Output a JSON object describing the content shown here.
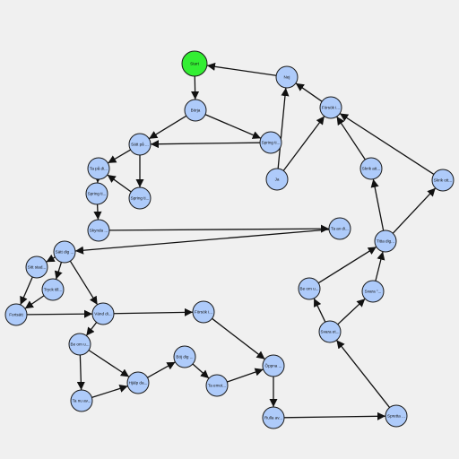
{
  "colors": {
    "background": "#f0f0f0",
    "node": "#aecbfa",
    "start_node": "#33ee33",
    "stroke": "#1a1a1a",
    "edge": "#111111"
  },
  "nodes": [
    {
      "id": "start",
      "label": "Start",
      "start": true
    },
    {
      "id": "borja",
      "label": "Börja"
    },
    {
      "id": "nej",
      "label": "Nej"
    },
    {
      "id": "forsok1",
      "label": "Försök i..."
    },
    {
      "id": "satt_pa",
      "label": "Sätt på ..."
    },
    {
      "id": "spring_ti",
      "label": "Spring ti..."
    },
    {
      "id": "ta_pa_di",
      "label": "Ta på di..."
    },
    {
      "id": "skrik_att",
      "label": "Skrik att..."
    },
    {
      "id": "ja",
      "label": "Ja"
    },
    {
      "id": "skrik_ott",
      "label": "Skrik ott..."
    },
    {
      "id": "spring_b",
      "label": "Spring ti..."
    },
    {
      "id": "spring_ti2",
      "label": "Spring ti..."
    },
    {
      "id": "skynda",
      "label": "Skynda ..."
    },
    {
      "id": "ta_av_di",
      "label": "Ta av di..."
    },
    {
      "id": "titta_dig",
      "label": "Titta dig..."
    },
    {
      "id": "satt_dig",
      "label": "Sätt dig ..."
    },
    {
      "id": "sitt_stad",
      "label": "Sitt stad..."
    },
    {
      "id": "tryck_till",
      "label": "Tryck till..."
    },
    {
      "id": "be_om_u1",
      "label": "Be om u..."
    },
    {
      "id": "svara",
      "label": "Svara \"..."
    },
    {
      "id": "fortsatt",
      "label": "Fortsätt"
    },
    {
      "id": "vand_di",
      "label": "Vänd di..."
    },
    {
      "id": "forsok2",
      "label": "Försök i..."
    },
    {
      "id": "svara_et",
      "label": "Svara et..."
    },
    {
      "id": "be_om_u2",
      "label": "Be om u..."
    },
    {
      "id": "boj_dig",
      "label": "Böj dig ..."
    },
    {
      "id": "hjalp_da",
      "label": "Hjälp da..."
    },
    {
      "id": "oppna",
      "label": "Öppna ..."
    },
    {
      "id": "ta_emot",
      "label": "Ta emot..."
    },
    {
      "id": "ta_nu_av",
      "label": "Ta nu av..."
    },
    {
      "id": "rulla_av",
      "label": "Rulla av..."
    },
    {
      "id": "spretta",
      "label": "Spretta ..."
    }
  ],
  "edges": [
    [
      "start",
      "borja"
    ],
    [
      "nej",
      "start"
    ],
    [
      "borja",
      "satt_pa"
    ],
    [
      "borja",
      "spring_ti"
    ],
    [
      "forsok1",
      "nej"
    ],
    [
      "spring_ti",
      "satt_pa"
    ],
    [
      "ja",
      "nej"
    ],
    [
      "ja",
      "forsok1"
    ],
    [
      "satt_pa",
      "ta_pa_di"
    ],
    [
      "satt_pa",
      "spring_ti2"
    ],
    [
      "skrik_att",
      "forsok1"
    ],
    [
      "skrik_ott",
      "forsok1"
    ],
    [
      "spring_ti2",
      "ta_pa_di"
    ],
    [
      "ta_pa_di",
      "spring_b"
    ],
    [
      "spring_b",
      "skynda"
    ],
    [
      "skynda",
      "ta_av_di"
    ],
    [
      "ta_av_di",
      "satt_dig"
    ],
    [
      "titta_dig",
      "skrik_att"
    ],
    [
      "titta_dig",
      "skrik_ott"
    ],
    [
      "satt_dig",
      "sitt_stad"
    ],
    [
      "satt_dig",
      "tryck_till"
    ],
    [
      "satt_dig",
      "vand_di"
    ],
    [
      "sitt_stad",
      "fortsatt"
    ],
    [
      "tryck_till",
      "fortsatt"
    ],
    [
      "fortsatt",
      "vand_di"
    ],
    [
      "be_om_u1",
      "titta_dig"
    ],
    [
      "svara",
      "titta_dig"
    ],
    [
      "vand_di",
      "forsok2"
    ],
    [
      "vand_di",
      "be_om_u2"
    ],
    [
      "svara_et",
      "be_om_u1"
    ],
    [
      "svara_et",
      "svara"
    ],
    [
      "forsok2",
      "oppna"
    ],
    [
      "be_om_u2",
      "hjalp_da"
    ],
    [
      "be_om_u2",
      "ta_nu_av"
    ],
    [
      "ta_nu_av",
      "hjalp_da"
    ],
    [
      "hjalp_da",
      "boj_dig"
    ],
    [
      "boj_dig",
      "ta_emot"
    ],
    [
      "ta_emot",
      "oppna"
    ],
    [
      "oppna",
      "rulla_av"
    ],
    [
      "rulla_av",
      "spretta"
    ],
    [
      "spretta",
      "svara_et"
    ]
  ]
}
